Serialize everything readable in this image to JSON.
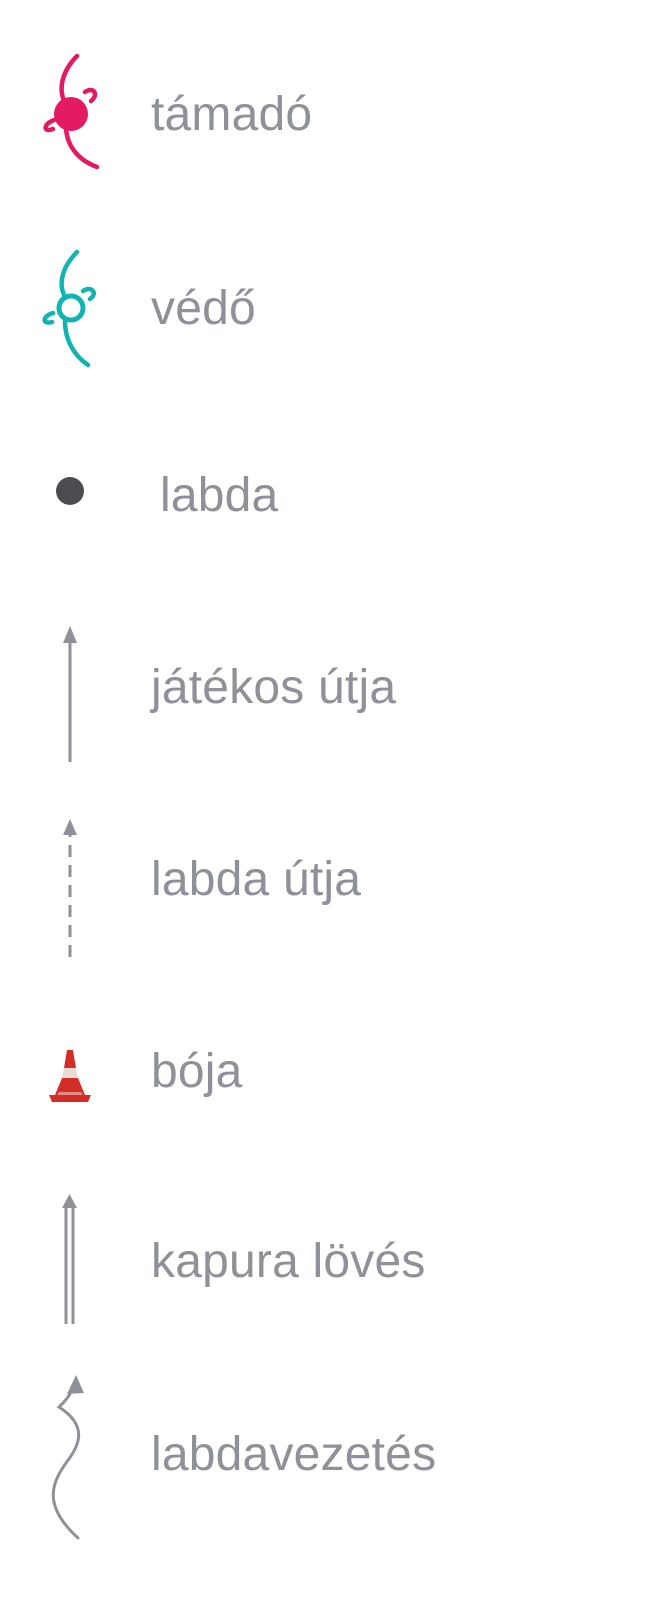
{
  "legend": {
    "colors": {
      "attacker": "#e21a64",
      "defender": "#13b3b3",
      "ball": "#4b4c50",
      "line": "#8e9197",
      "cone_red": "#d32d27",
      "text": "#8e9197"
    },
    "items": [
      {
        "icon": "attacker-player-icon",
        "label": "támadó"
      },
      {
        "icon": "defender-player-icon",
        "label": "védő"
      },
      {
        "icon": "ball-icon",
        "label": "labda"
      },
      {
        "icon": "solid-arrow-icon",
        "label": "játékos útja"
      },
      {
        "icon": "dashed-arrow-icon",
        "label": "labda útja"
      },
      {
        "icon": "cone-icon",
        "label": "bója"
      },
      {
        "icon": "double-arrow-icon",
        "label": "kapura lövés"
      },
      {
        "icon": "wavy-arrow-icon",
        "label": "labdavezetés"
      }
    ]
  }
}
